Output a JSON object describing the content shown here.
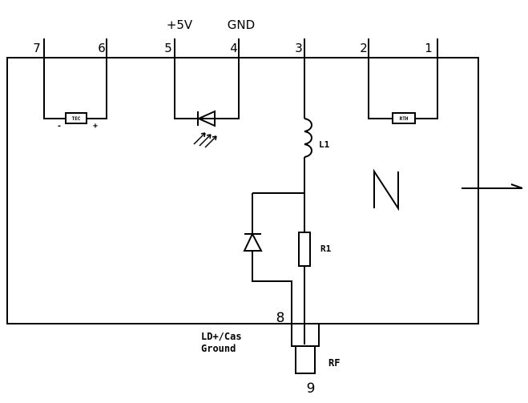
{
  "pins": {
    "p1": "1",
    "p2": "2",
    "p3": "3",
    "p4": "4",
    "p5": "5",
    "p6": "6",
    "p7": "7",
    "p8": "8",
    "p9": "9"
  },
  "supply": {
    "vcc": "+5V",
    "gnd": "GND"
  },
  "components": {
    "tec": "TEC",
    "tec_minus": "-",
    "tec_plus": "+",
    "rth": "RTH",
    "l1": "L1",
    "r1": "R1",
    "rf": "RF"
  },
  "case_label": {
    "line1": "LD+/Cas",
    "line2": "Ground"
  },
  "colors": {
    "stroke": "#000000",
    "background": "#ffffff"
  }
}
